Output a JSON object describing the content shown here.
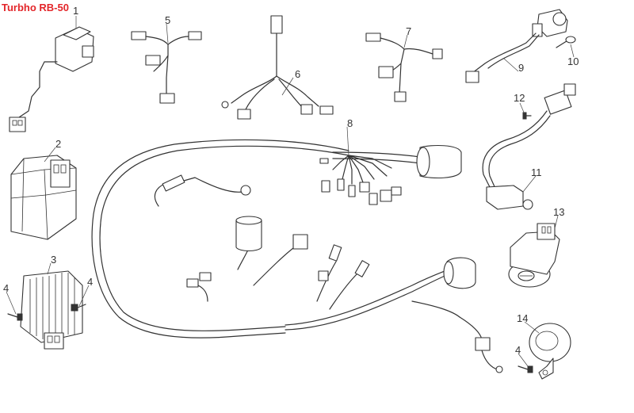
{
  "title": "Turbho RB-50",
  "colors": {
    "title": "#e3262a",
    "line": "#333333",
    "background": "#ffffff"
  },
  "callouts": {
    "c1": "1",
    "c2": "2",
    "c3": "3",
    "c4a": "4",
    "c4b": "4",
    "c4c": "4",
    "c5": "5",
    "c6": "6",
    "c7": "7",
    "c8": "8",
    "c9": "9",
    "c10": "10",
    "c11": "11",
    "c12": "12",
    "c13": "13",
    "c14": "14"
  }
}
